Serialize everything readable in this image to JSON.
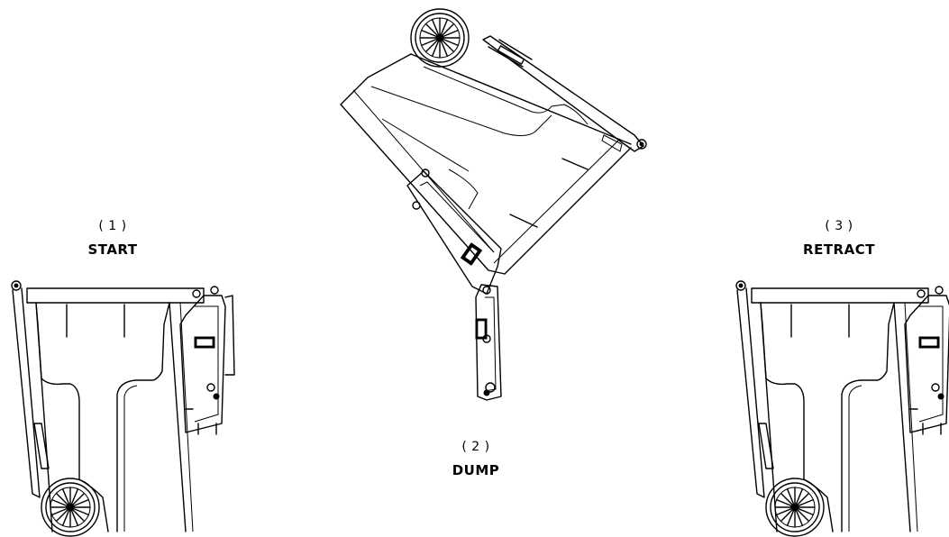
{
  "stages": [
    {
      "number": "( 1 )",
      "name": "START"
    },
    {
      "number": "( 2 )",
      "name": "DUMP"
    },
    {
      "number": "( 3 )",
      "name": "RETRACT"
    }
  ]
}
